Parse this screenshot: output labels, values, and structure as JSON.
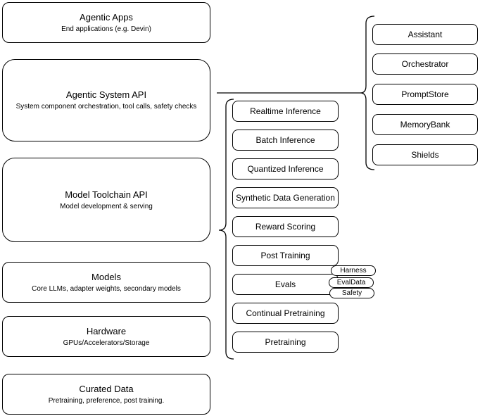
{
  "diagram": {
    "left_column": [
      {
        "title": "Agentic Apps",
        "subtitle": "End applications (e.g. Devin)"
      },
      {
        "title": "Agentic System API",
        "subtitle": "System component orchestration, tool calls, safety checks"
      },
      {
        "title": "Model Toolchain API",
        "subtitle": "Model development & serving"
      },
      {
        "title": "Models",
        "subtitle": "Core LLMs, adapter weights, secondary models"
      },
      {
        "title": "Hardware",
        "subtitle": "GPUs/Accelerators/Storage"
      },
      {
        "title": "Curated Data",
        "subtitle": "Pretraining, preference, post training."
      }
    ],
    "toolchain_services": [
      "Realtime Inference",
      "Batch Inference",
      "Quantized Inference",
      "Synthetic Data Generation",
      "Reward Scoring",
      "Post Training",
      "Evals",
      "Continual Pretraining",
      "Pretraining"
    ],
    "system_components": [
      "Assistant",
      "Orchestrator",
      "PromptStore",
      "MemoryBank",
      "Shields"
    ],
    "eval_tags": [
      "Harness",
      "EvalData",
      "Safety"
    ],
    "colors": {
      "stroke": "#000000",
      "fill": "#ffffff",
      "text": "#000000"
    }
  }
}
